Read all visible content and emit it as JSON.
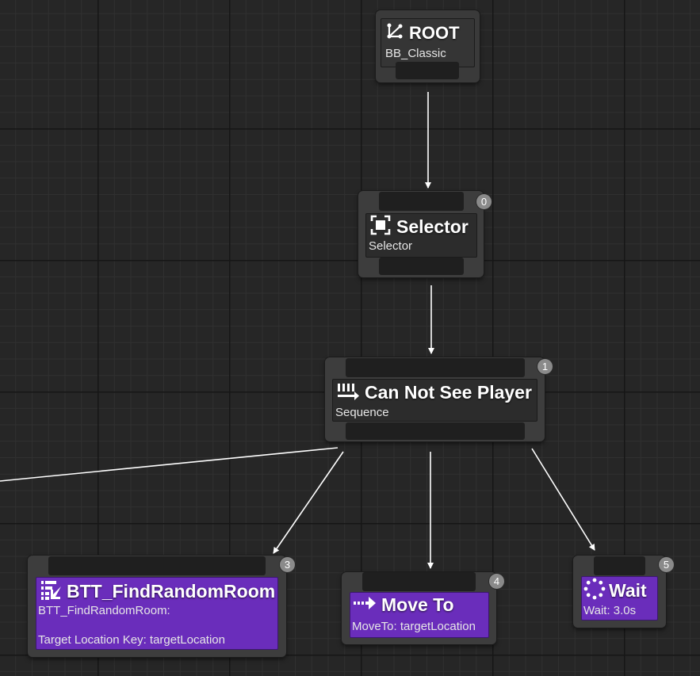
{
  "graph": {
    "nodes": {
      "root": {
        "title": "ROOT",
        "subtitle": "BB_Classic",
        "icon": "root-branch-icon"
      },
      "selector": {
        "title": "Selector",
        "subtitle": "Selector",
        "index": "0",
        "icon": "selector-icon"
      },
      "sequence": {
        "title": "Can Not See Player",
        "subtitle": "Sequence",
        "index": "1",
        "icon": "sequence-icon"
      },
      "find_room": {
        "title": "BTT_FindRandomRoom",
        "subtitle": "BTT_FindRandomRoom:",
        "detail": "Target Location Key: targetLocation",
        "index": "3",
        "icon": "task-icon"
      },
      "move_to": {
        "title": "Move To",
        "subtitle": "MoveTo: targetLocation",
        "index": "4",
        "icon": "move-arrow-icon"
      },
      "wait": {
        "title": "Wait",
        "subtitle": "Wait: 3.0s",
        "index": "5",
        "icon": "wait-icon"
      }
    },
    "colors": {
      "background": "#262626",
      "node": "#3d3d3d",
      "task": "#6a2dbb",
      "badge": "#8a8a8a",
      "wire": "#ffffff"
    }
  }
}
